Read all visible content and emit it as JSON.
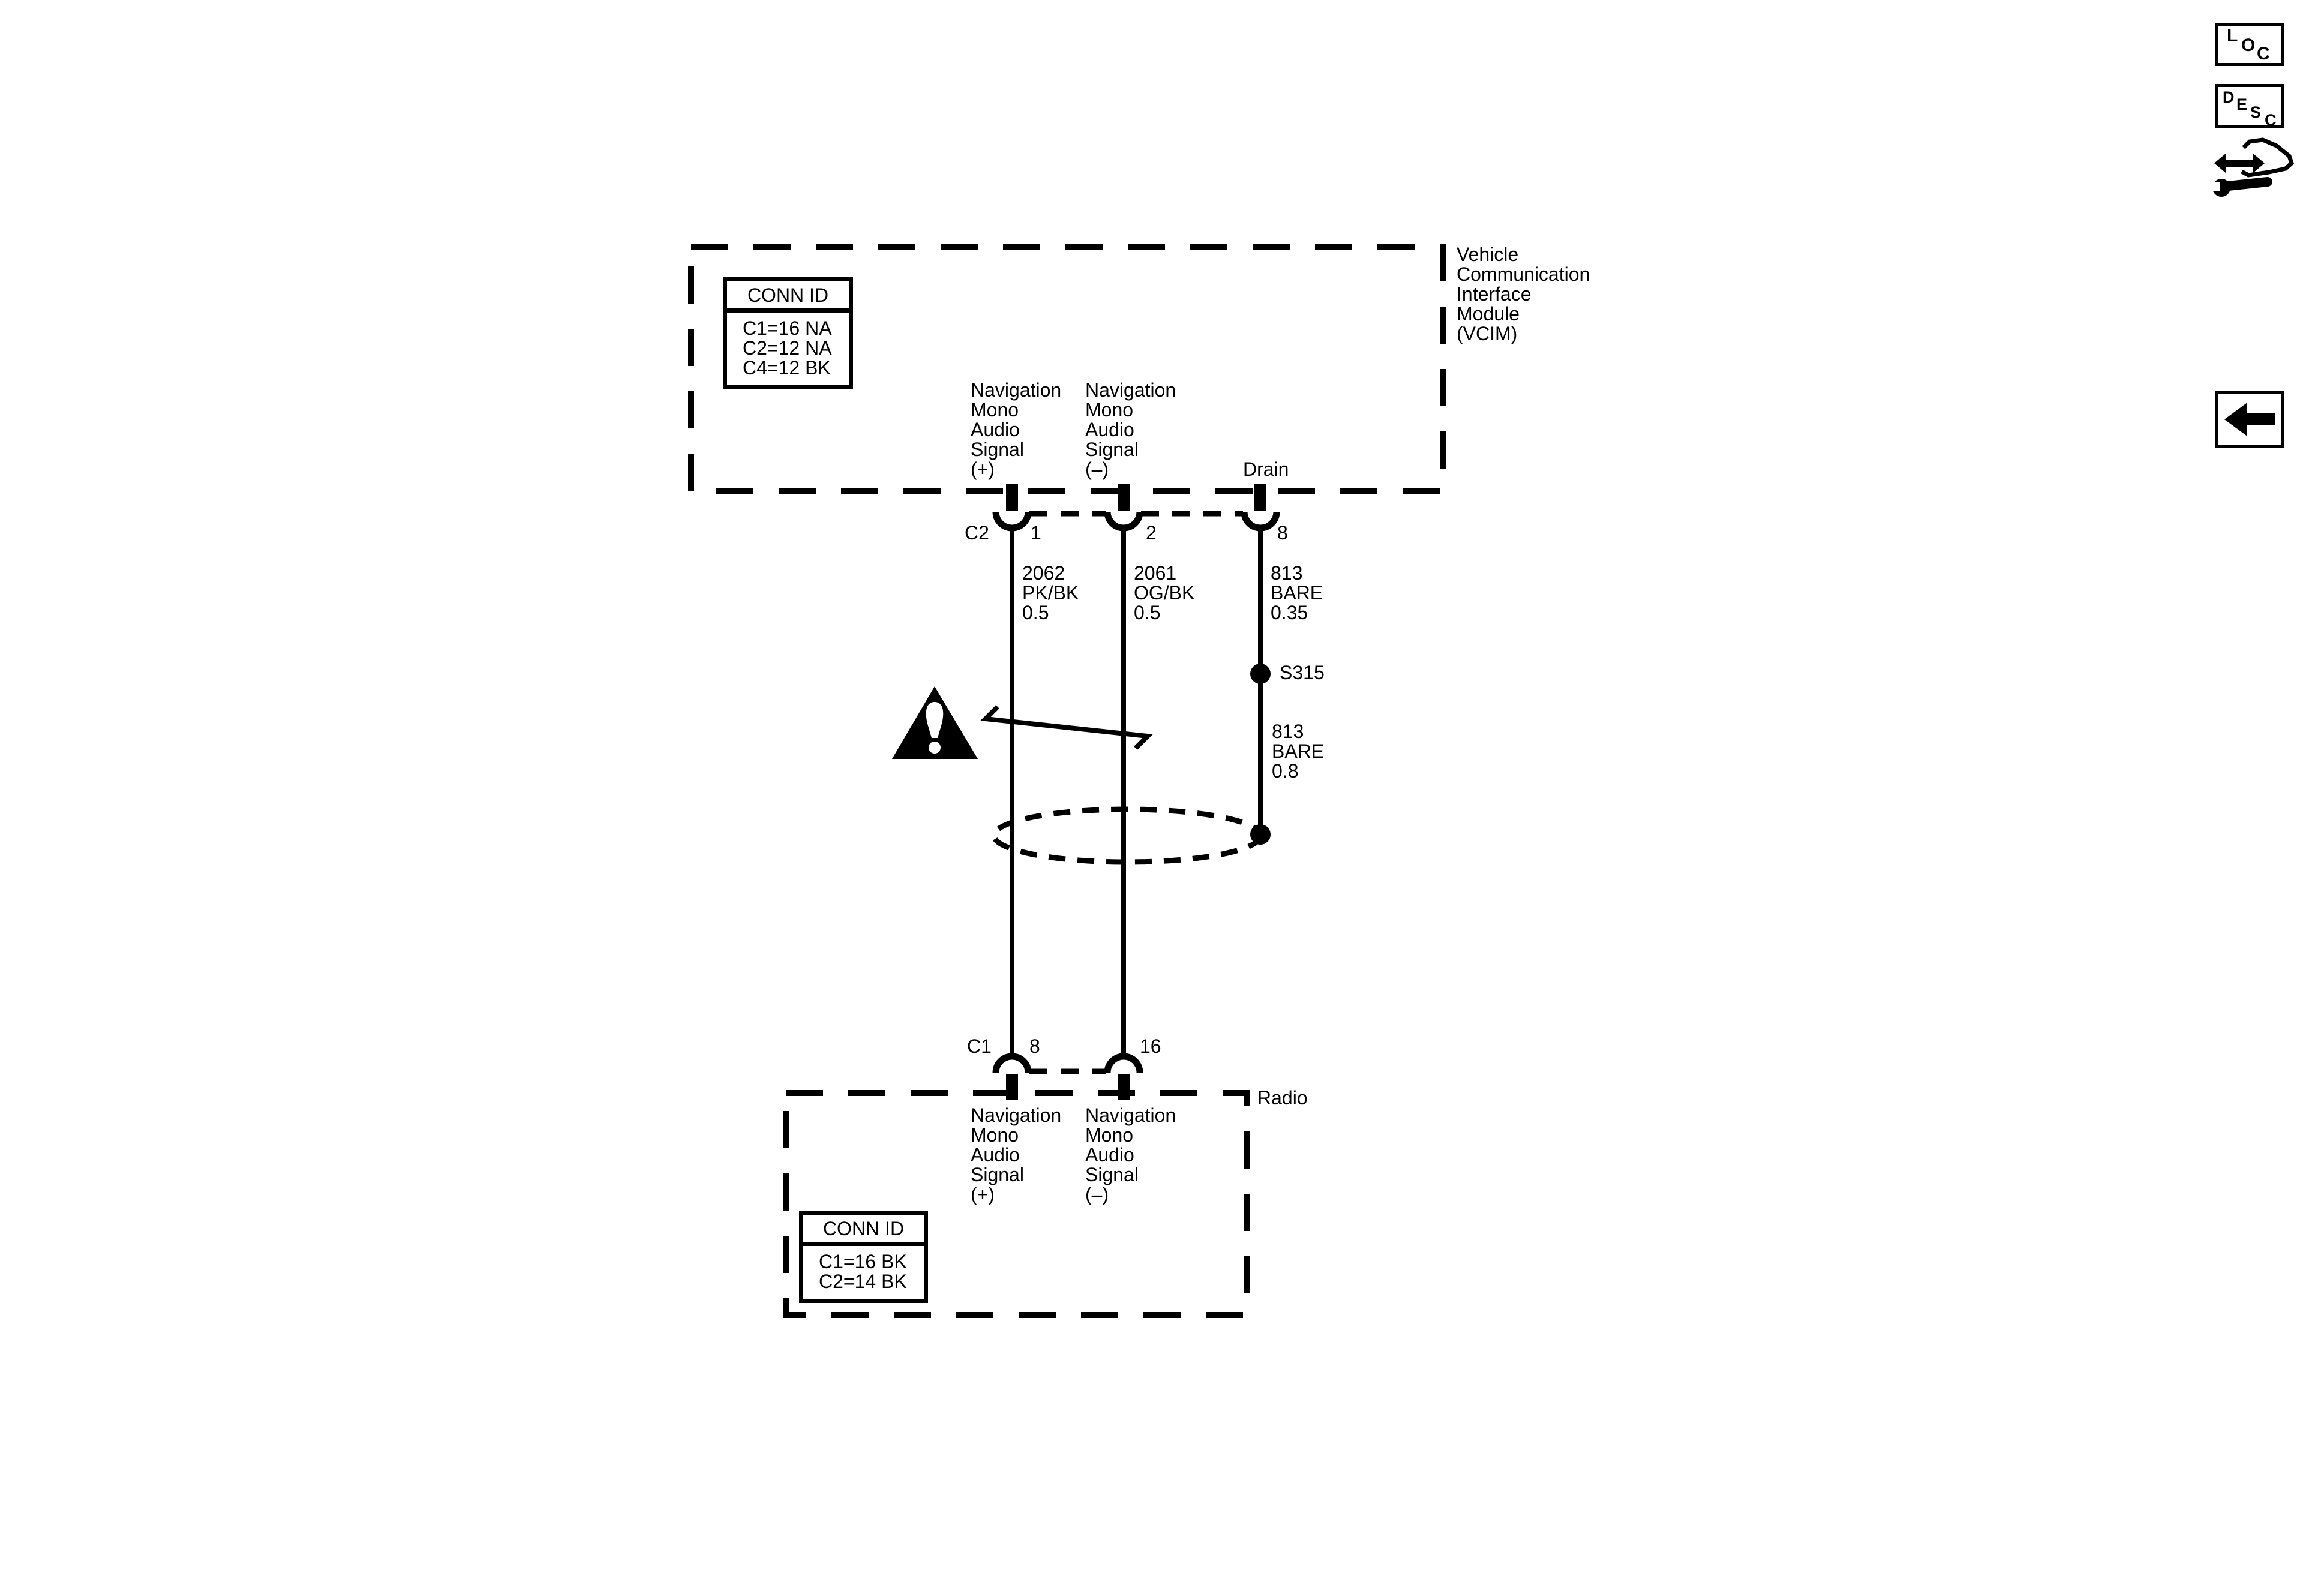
{
  "sidebar": {
    "loc_letters": [
      "L",
      "O",
      "C"
    ],
    "desc_letters": [
      "D",
      "E",
      "S",
      "C"
    ]
  },
  "vcim": {
    "title_lines": [
      "Vehicle",
      "Communication",
      "Interface",
      "Module",
      "(VCIM)"
    ],
    "conn_id": {
      "title": "CONN ID",
      "rows": [
        "C1=16 NA",
        "C2=12 NA",
        "C4=12 BK"
      ]
    },
    "connector": "C2",
    "pin_plus": {
      "number": "1",
      "label_lines": [
        "Navigation",
        "Mono",
        "Audio",
        "Signal",
        "(+)"
      ]
    },
    "pin_minus": {
      "number": "2",
      "label_lines": [
        "Navigation",
        "Mono",
        "Audio",
        "Signal",
        "(–)"
      ]
    },
    "pin_drain": {
      "number": "8",
      "label": "Drain"
    }
  },
  "wires": {
    "plus": {
      "circuit": "2062",
      "color": "PK/BK",
      "size": "0.5"
    },
    "minus": {
      "circuit": "2061",
      "color": "OG/BK",
      "size": "0.5"
    },
    "drain_upper": {
      "circuit": "813",
      "color": "BARE",
      "size": "0.35"
    },
    "drain_lower": {
      "circuit": "813",
      "color": "BARE",
      "size": "0.8"
    }
  },
  "splice": {
    "label": "S315"
  },
  "radio": {
    "title": "Radio",
    "connector": "C1",
    "pin_plus": {
      "number": "8",
      "label_lines": [
        "Navigation",
        "Mono",
        "Audio",
        "Signal",
        "(+)"
      ]
    },
    "pin_minus": {
      "number": "16",
      "label_lines": [
        "Navigation",
        "Mono",
        "Audio",
        "Signal",
        "(–)"
      ]
    },
    "conn_id": {
      "title": "CONN ID",
      "rows": [
        "C1=16 BK",
        "C2=14 BK"
      ]
    }
  },
  "colors": {
    "ink": "#000000",
    "paper": "#ffffff"
  }
}
